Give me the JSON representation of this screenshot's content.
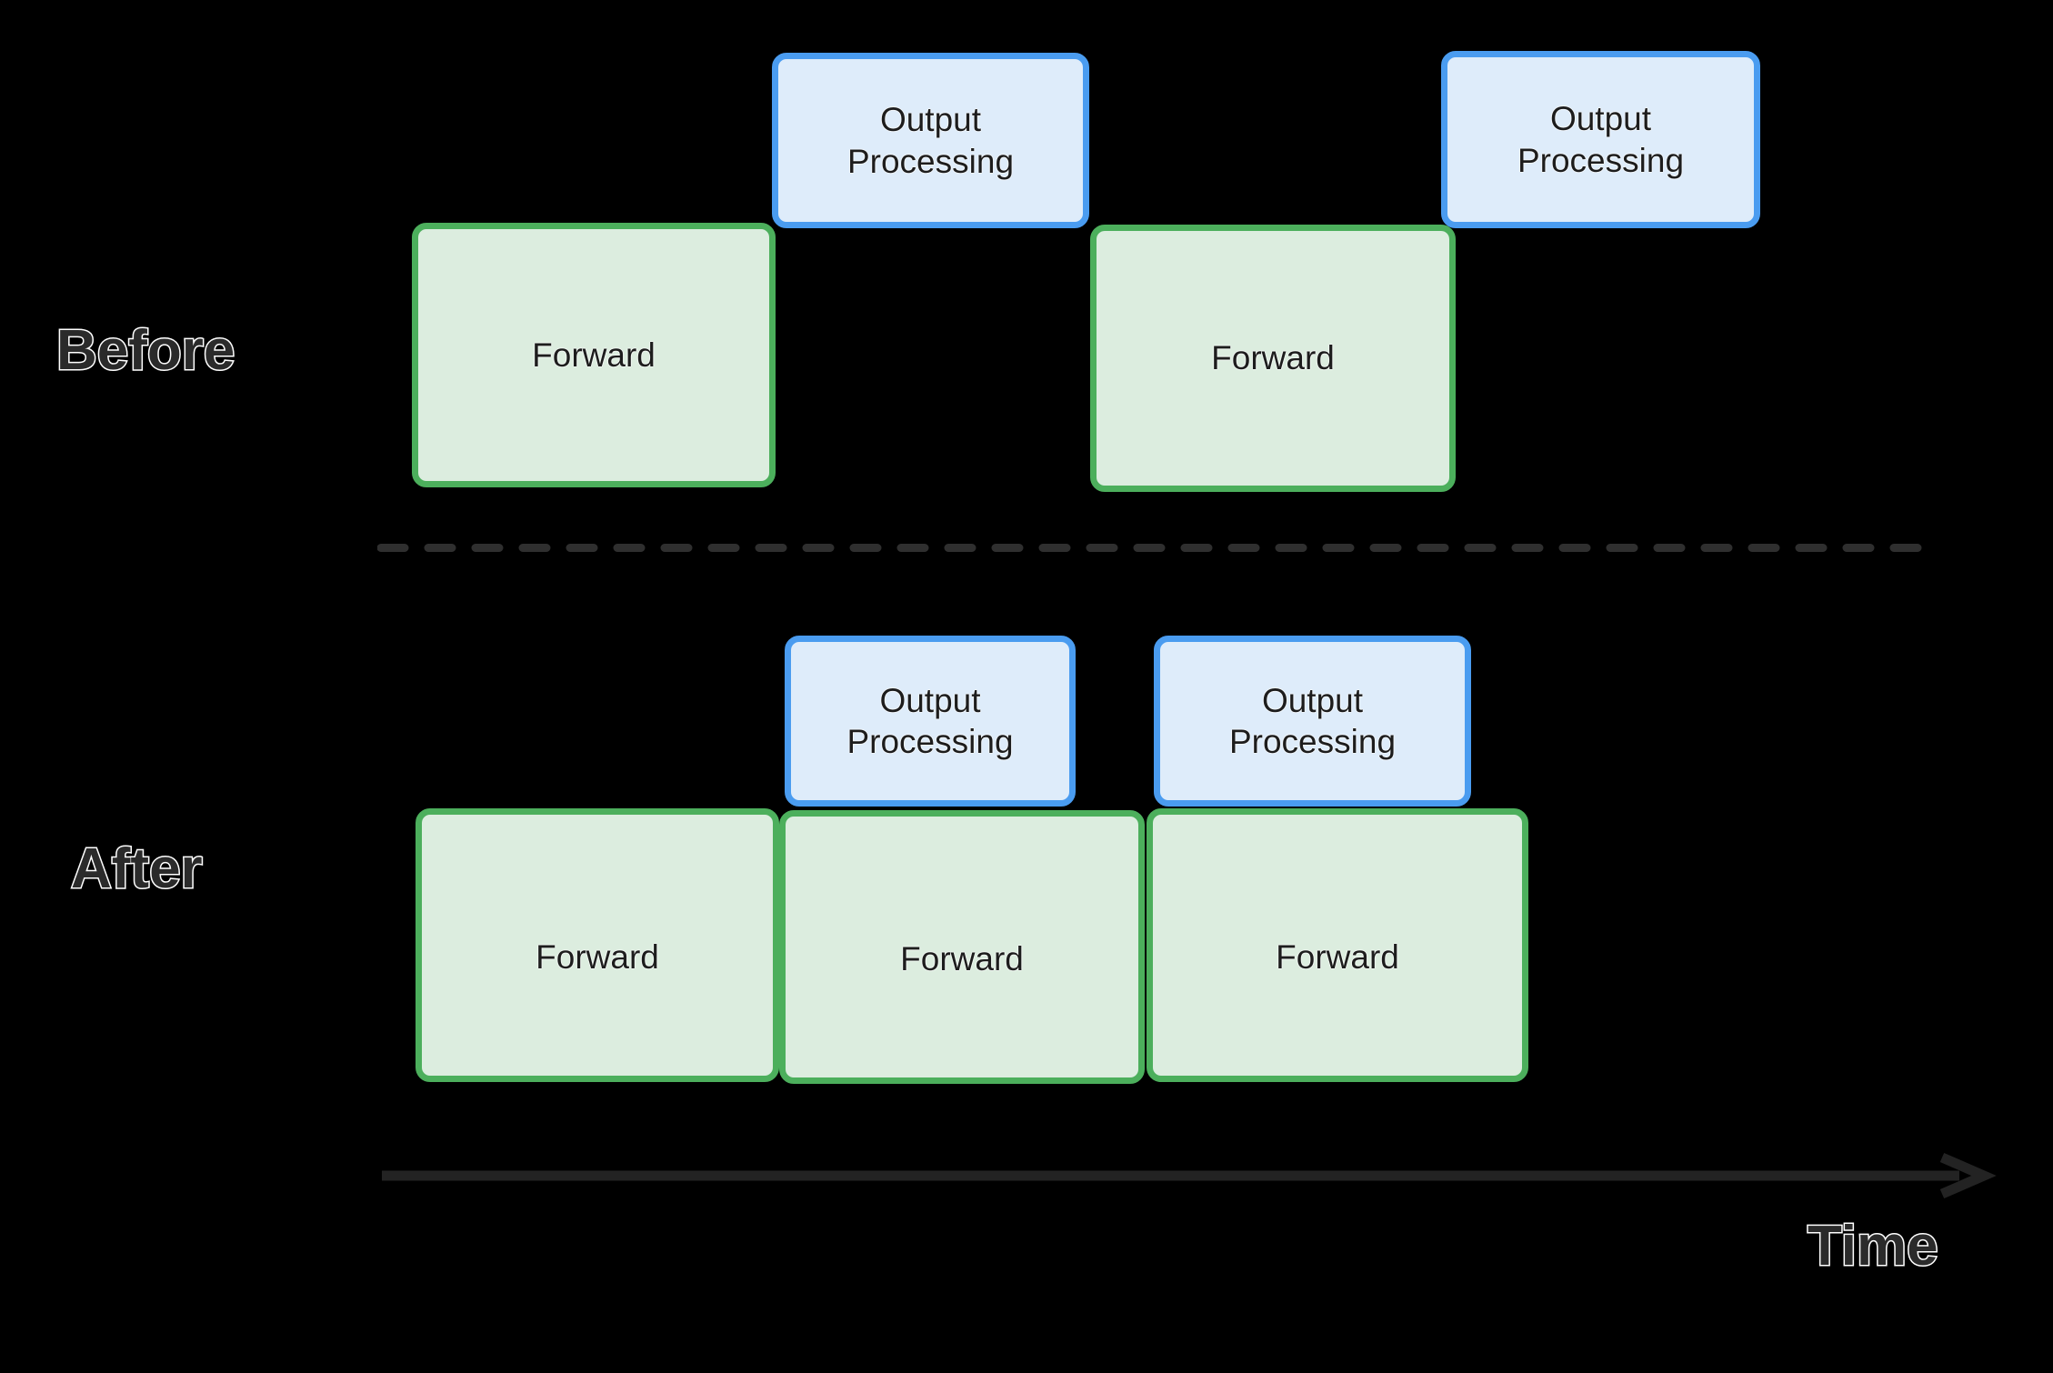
{
  "figure": {
    "background_color": "#000000",
    "rows": [
      {
        "id": "before",
        "label": "Before",
        "blocks": [
          {
            "name": "forward",
            "label": "Forward",
            "kind": "green"
          },
          {
            "name": "output-processing",
            "label": "Output\nProcessing",
            "line1": "Output",
            "line2": "Processing",
            "kind": "blue"
          },
          {
            "name": "forward",
            "label": "Forward",
            "kind": "green"
          },
          {
            "name": "output-processing",
            "label": "Output\nProcessing",
            "line1": "Output",
            "line2": "Processing",
            "kind": "blue"
          }
        ]
      },
      {
        "id": "after",
        "label": "After",
        "blocks": [
          {
            "name": "output-processing",
            "label": "Output\nProcessing",
            "line1": "Output",
            "line2": "Processing",
            "kind": "blue"
          },
          {
            "name": "output-processing",
            "label": "Output\nProcessing",
            "line1": "Output",
            "line2": "Processing",
            "kind": "blue"
          },
          {
            "name": "forward",
            "label": "Forward",
            "kind": "green"
          },
          {
            "name": "forward",
            "label": "Forward",
            "kind": "green"
          },
          {
            "name": "forward",
            "label": "Forward",
            "kind": "green"
          }
        ]
      }
    ],
    "axis": {
      "label": "Time",
      "direction": "left-to-right",
      "arrow_color": "#232323"
    },
    "divider": {
      "style": "dashed",
      "color": "#2f2f2f"
    },
    "colors": {
      "green_fill": "#dceddf",
      "green_border": "#4caf5c",
      "blue_fill": "#deecfa",
      "blue_border": "#4a9cf0",
      "label_text": "#2b2b2b",
      "label_outline": "#ffffff",
      "block_text": "#1d1d1d"
    }
  },
  "before": {
    "label": "Before",
    "forward_1": "Forward",
    "forward_2": "Forward",
    "output_1_line1": "Output",
    "output_1_line2": "Processing",
    "output_2_line1": "Output",
    "output_2_line2": "Processing"
  },
  "after": {
    "label": "After",
    "forward_1": "Forward",
    "forward_2": "Forward",
    "forward_3": "Forward",
    "output_1_line1": "Output",
    "output_1_line2": "Processing",
    "output_2_line1": "Output",
    "output_2_line2": "Processing"
  },
  "axis": {
    "time_label": "Time"
  }
}
